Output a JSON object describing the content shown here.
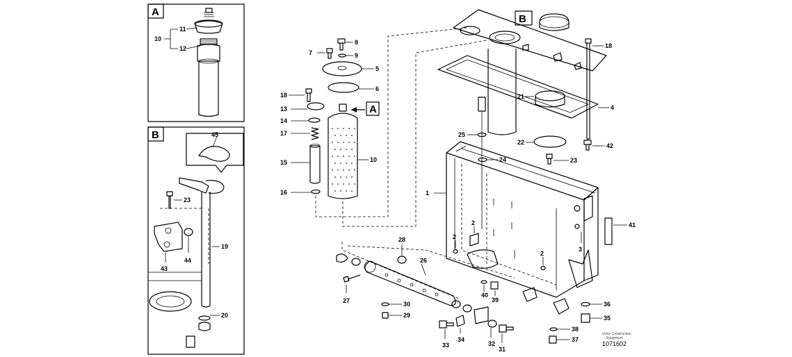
{
  "insets": {
    "a": {
      "letter": "A",
      "labels": [
        "10",
        "11",
        "12"
      ]
    },
    "b": {
      "letter": "B",
      "labels": [
        "45",
        "23",
        "19",
        "43",
        "44",
        "20"
      ]
    }
  },
  "callouts": {
    "a": "A",
    "b": "B"
  },
  "part_numbers": {
    "p1": "1",
    "p2a": "2",
    "p2b": "2",
    "p2c": "2",
    "p3": "3",
    "p4": "4",
    "p5": "5",
    "p6": "6",
    "p7": "7",
    "p8": "8",
    "p9": "9",
    "p10": "10",
    "p13": "13",
    "p14": "14",
    "p15": "15",
    "p16": "16",
    "p17": "17",
    "p18a": "18",
    "p18b": "18",
    "p21": "21",
    "p22": "22",
    "p23": "23",
    "p24": "24",
    "p25": "25",
    "p26": "26",
    "p27": "27",
    "p28": "28",
    "p29": "29",
    "p30": "30",
    "p31": "31",
    "p32": "32",
    "p33": "33",
    "p34": "34",
    "p35": "35",
    "p36": "36",
    "p37": "37",
    "p38": "38",
    "p39": "39",
    "p40": "40",
    "p41": "41",
    "p42": "42"
  },
  "footer": {
    "watermark_line1": "Volvo Construction",
    "watermark_line2": "Equipment",
    "figure_number": "1071602"
  }
}
